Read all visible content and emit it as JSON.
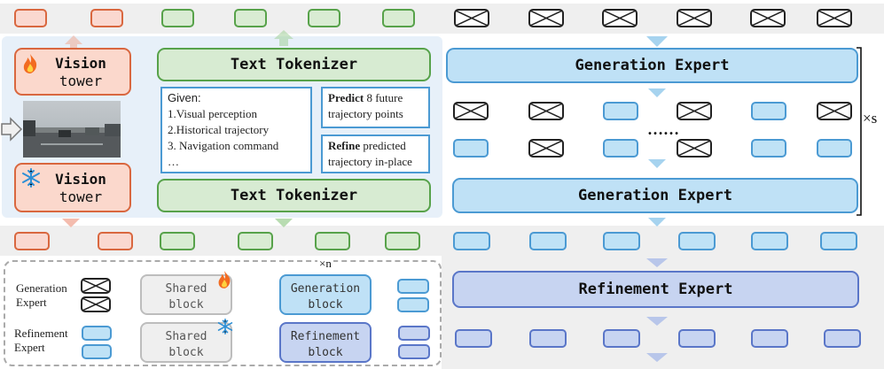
{
  "vision_tower": {
    "top_line1": "Vision",
    "top_line2": "tower",
    "bottom_line1": "Vision",
    "bottom_line2": "tower"
  },
  "text_tokenizer": {
    "top": "Text Tokenizer",
    "bottom": "Text Tokenizer"
  },
  "prompt": {
    "given": "Given:",
    "item1": "1.Visual perception",
    "item2": "2.Historical trajectory",
    "item3": "3. Navigation command",
    "ellipsis": "…"
  },
  "task_predict": {
    "bold": "Predict",
    "rest1": " 8 future",
    "rest2": "trajectory points"
  },
  "task_refine": {
    "bold": "Refine",
    "rest1": " predicted",
    "rest2": "trajectory in-place"
  },
  "experts": {
    "generation_top": "Generation Expert",
    "generation_bottom": "Generation Expert",
    "refinement": "Refinement Expert",
    "dots": "……",
    "repeat_s": "×s"
  },
  "legend": {
    "repeat_n": "×n",
    "generation_expert_label1": "Generation",
    "generation_expert_label2": "Expert",
    "refinement_expert_label1": "Refinement",
    "refinement_expert_label2": "Expert",
    "shared_block_1a": "Shared",
    "shared_block_1b": "block",
    "shared_block_2a": "Shared",
    "shared_block_2b": "block",
    "generation_block_a": "Generation",
    "generation_block_b": "block",
    "refinement_block_a": "Refinement",
    "refinement_block_b": "block"
  },
  "icons": {
    "trainable": "fire-icon",
    "frozen": "snowflake-icon"
  },
  "colors": {
    "vision": "#d9673f",
    "text": "#57a24a",
    "generation": "#4b9ad3",
    "refinement": "#5a76c8"
  }
}
